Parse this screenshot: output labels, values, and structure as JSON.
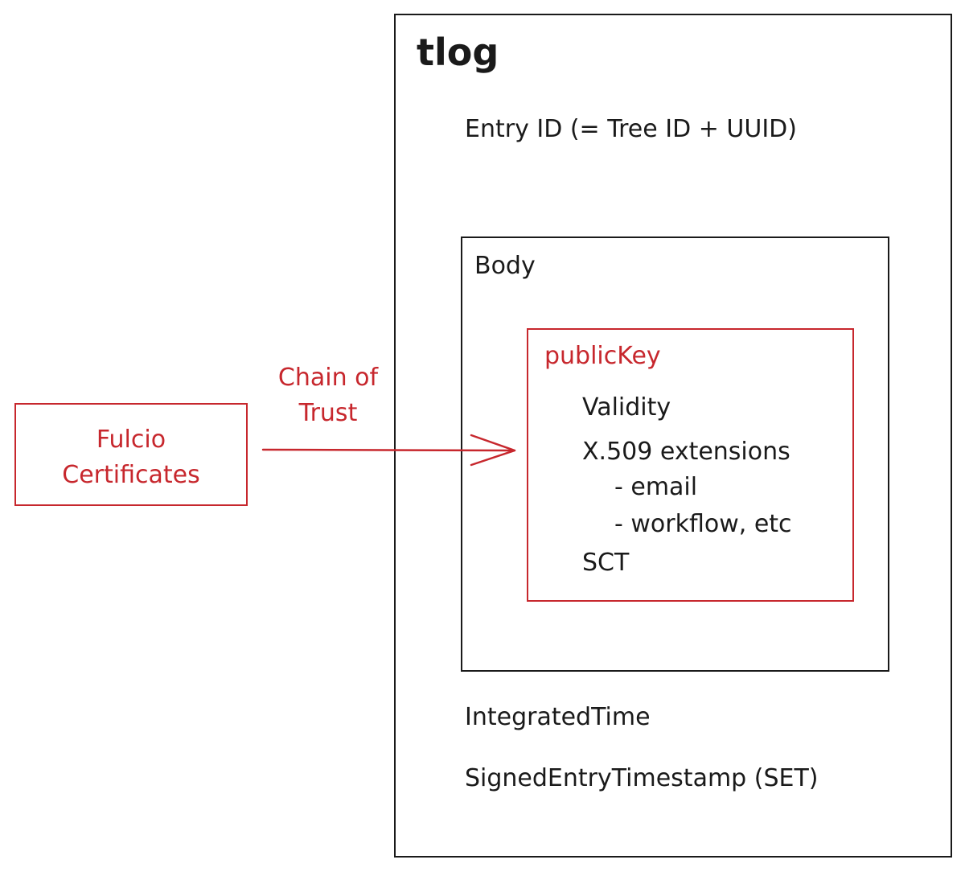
{
  "tlog": {
    "title": "tlog",
    "entry_id": "Entry ID (= Tree ID + UUID)",
    "integrated_time": "IntegratedTime",
    "signed_entry_timestamp": "SignedEntryTimestamp (SET)"
  },
  "body": {
    "label": "Body"
  },
  "public_key": {
    "label": "publicKey",
    "validity": "Validity",
    "x509_extensions": "X.509 extensions",
    "email": "- email",
    "workflow": "- workflow, etc",
    "sct": "SCT"
  },
  "fulcio": {
    "line1": "Fulcio",
    "line2": "Certificates"
  },
  "edge": {
    "line1": "Chain of",
    "line2": "Trust"
  },
  "colors": {
    "ink": "#1a1a1a",
    "accent_red": "#c7272d",
    "background": "#ffffff"
  }
}
